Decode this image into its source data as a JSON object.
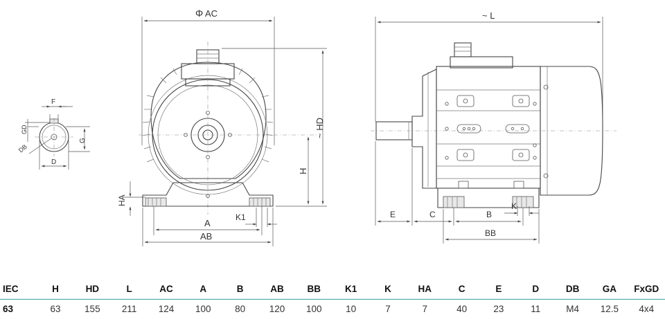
{
  "labels": {
    "phi": "Φ",
    "ac": "AC",
    "tilde_l": "~ L",
    "tilde_hd": "~ HD",
    "h": "H",
    "ha": "HA",
    "a": "A",
    "ab": "AB",
    "k1": "K1",
    "e": "E",
    "c": "C",
    "b": "B",
    "k": "K",
    "bb": "BB",
    "f": "F",
    "gd": "GD",
    "g": "G",
    "db": "DB",
    "d": "D"
  },
  "table": {
    "headers": [
      "IEC",
      "H",
      "HD",
      "L",
      "AC",
      "A",
      "B",
      "AB",
      "BB",
      "K1",
      "K",
      "HA",
      "C",
      "E",
      "D",
      "DB",
      "GA",
      "FxGD"
    ],
    "rows": [
      [
        "63",
        "63",
        "155",
        "211",
        "124",
        "100",
        "80",
        "120",
        "100",
        "10",
        "7",
        "7",
        "40",
        "23",
        "11",
        "M4",
        "12.5",
        "4x4"
      ]
    ]
  }
}
